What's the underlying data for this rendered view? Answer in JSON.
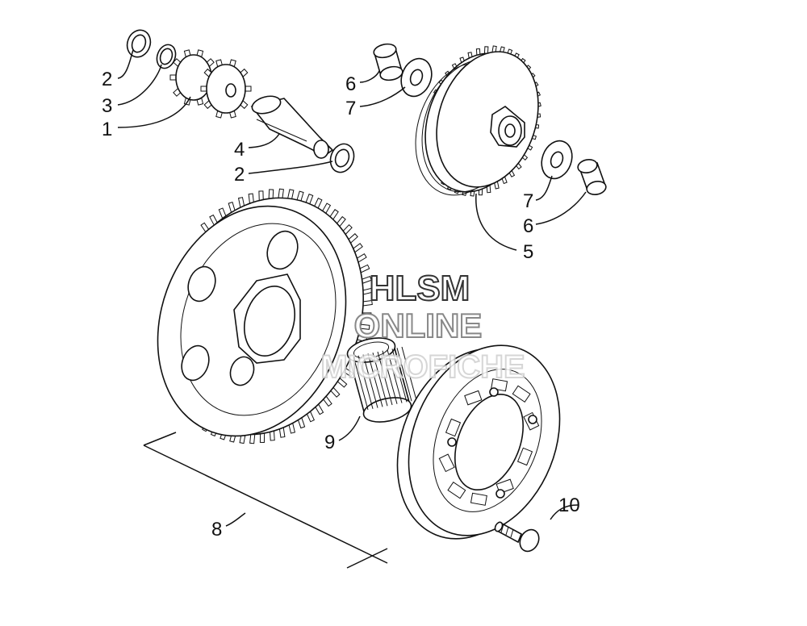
{
  "labels": {
    "l2a": "2",
    "l3": "3",
    "l1": "1",
    "l4": "4",
    "l2b": "2",
    "l6a": "6",
    "l7a": "7",
    "l7b": "7",
    "l6b": "6",
    "l5": "5",
    "l8": "8",
    "l9": "9",
    "l10": "10"
  },
  "watermark": {
    "line1": "HLSM",
    "line2": "ONLINE",
    "line3": "MICROFICHE"
  }
}
